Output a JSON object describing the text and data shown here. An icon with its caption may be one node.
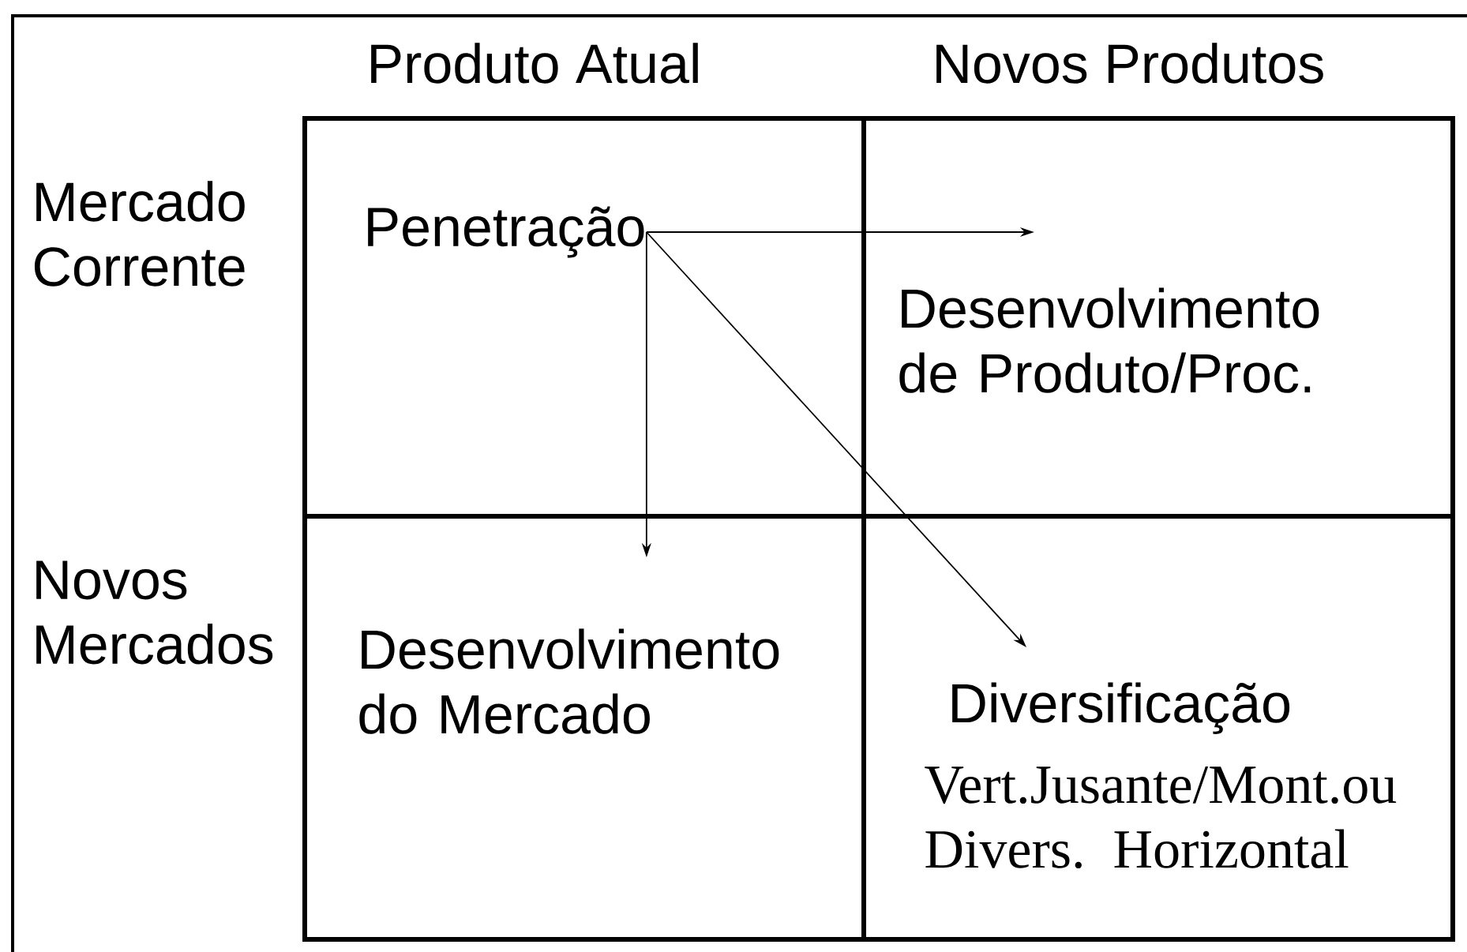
{
  "diagram": {
    "nodes": [
      {
        "text": [
          "Penetração"
        ]
      },
      {
        "text": [
          "Desenvolvimento de Produto/Proc."
        ]
      },
      {
        "text": [
          "Desenvolvimento do Mercado"
        ]
      },
      {
        "text": [
          "Diversificação",
          "Vert.Jusante/Mont.ou Divers. Horizontal"
        ]
      }
    ],
    "edges": [
      {
        "from": 0,
        "to": 1,
        "arrow": "to"
      },
      {
        "from": 0,
        "to": 2,
        "arrow": "to"
      },
      {
        "from": 0,
        "to": 3,
        "arrow": "to"
      }
    ],
    "labels": [
      "Produto Atual",
      "Novos Produtos",
      "Mercado Corrente",
      "Novos Mercados"
    ]
  }
}
